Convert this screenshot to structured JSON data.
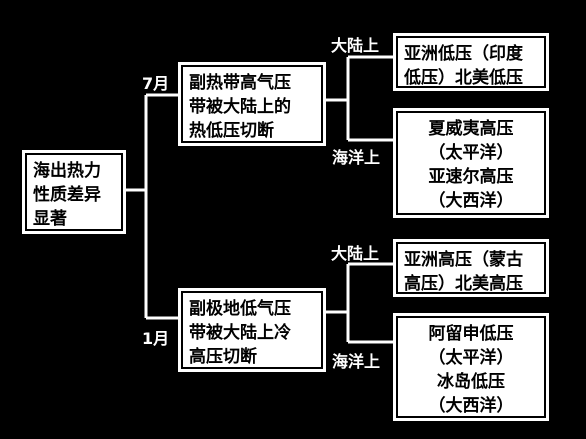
{
  "root": {
    "lines": [
      "海出热力",
      "性质差异",
      "显著"
    ]
  },
  "branches": [
    {
      "month": "7月",
      "mid": {
        "lines": [
          "副热带高气压",
          "带被大陆上的",
          "热低压切断"
        ]
      },
      "land_label": "大陆上",
      "land": {
        "lines": [
          "亚洲低压（印度",
          "低压）北美低压"
        ]
      },
      "ocean_label": "海洋上",
      "ocean": {
        "lines": [
          "夏威夷高压",
          "（太平洋）",
          "亚速尔高压",
          "（大西洋）"
        ]
      }
    },
    {
      "month": "1月",
      "mid": {
        "lines": [
          "副极地低气压",
          "带被大陆上冷",
          "高压切断"
        ]
      },
      "land_label": "大陆上",
      "land": {
        "lines": [
          "亚洲高压（蒙古",
          "高压）北美高压"
        ]
      },
      "ocean_label": "海洋上",
      "ocean": {
        "lines": [
          "阿留申低压",
          "（太平洋）",
          "冰岛低压",
          "（大西洋）"
        ]
      }
    }
  ]
}
